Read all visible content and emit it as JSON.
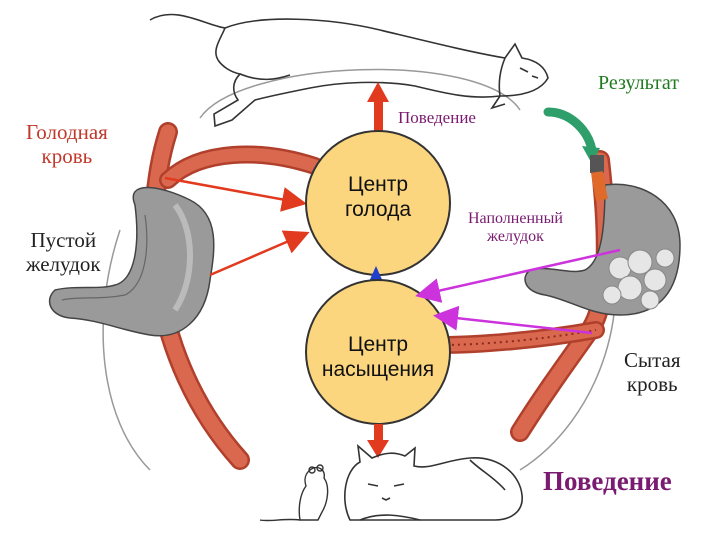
{
  "labels": {
    "hungry_blood_1": "Голодная",
    "hungry_blood_2": "кровь",
    "empty_stomach_1": "Пустой",
    "empty_stomach_2": "желудок",
    "behavior_top": "Поведение",
    "result": "Результат",
    "hunger_center_1": "Центр",
    "hunger_center_2": "голода",
    "filled_stomach_1": "Наполненный",
    "filled_stomach_2": "желудок",
    "satiety_center_1": "Центр",
    "satiety_center_2": "насыщения",
    "full_blood_1": "Сытая",
    "full_blood_2": "кровь",
    "behavior_bottom": "Поведение"
  },
  "colors": {
    "vessel": "#d9684e",
    "vessel_dark": "#b0402c",
    "center_fill": "#fbd67e",
    "red_arrow": "#e23a1e",
    "magenta_arrow": "#cc33dd",
    "blue_arrow": "#1f3fcc",
    "green_arrow": "#2e9f6a",
    "stomach": "#9a9a9a",
    "label_red": "#c0392b",
    "label_dark": "#222222",
    "label_green": "#1f7a1f",
    "label_purple": "#7a1a70"
  },
  "icons": [
    "cat-jumping-icon",
    "cat-sleeping-icon",
    "mouse-icon",
    "stomach-empty-icon",
    "stomach-full-icon"
  ]
}
